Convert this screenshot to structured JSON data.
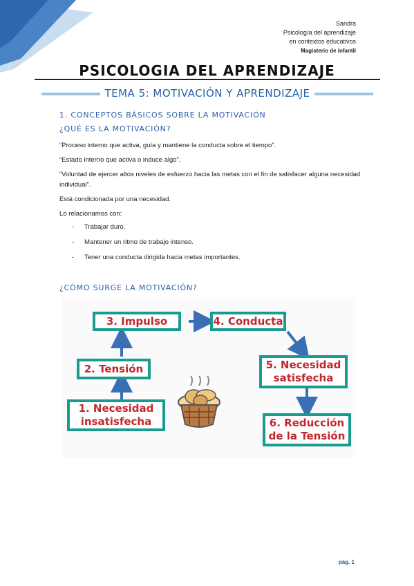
{
  "header": {
    "author": "Sandra",
    "subject_line1": "Psicología del aprendizaje",
    "subject_line2": "en contextos educativos",
    "degree": "Magisterio de infantil"
  },
  "title": "PSICOLOGIA DEL APRENDIZAJE",
  "topic": "TEMA 5: MOTIVACIÓN Y APRENDIZAJE",
  "section1": {
    "heading": "1. CONCEPTOS BÁSICOS SOBRE LA MOTIVACIÓN",
    "question": "¿QUÉ ES LA MOTIVACIÓN?",
    "def1": "“Proceso interno que activa, guía y mantiene la conducta sobre el tiempo”.",
    "def2": "“Estado interno que activa o induce algo”.",
    "def3": "“Voluntad de ejercer altos niveles de esfuerzo hacia las metas con el fin de satisfacer alguna necesidad individual”.",
    "conditioned": "Está condicionada por una necesidad.",
    "related_intro": "Lo relacionamos con:",
    "bullets": [
      "Trabajar duro.",
      "Mantener un ritmo de trabajo intenso.",
      "Tener una conducta dirigida hacia metas importantes."
    ]
  },
  "section2": {
    "question": "¿CÓMO SURGE LA MOTIVACIÓN?"
  },
  "diagram": {
    "box1": "1. Necesidad insatisfecha",
    "box2": "2. Tensión",
    "box3": "3. Impulso",
    "box4": "4. Conducta",
    "box5": "5. Necesidad satisfecha",
    "box6": "6. Reducción de la Tensión",
    "box_border_color": "#1a9b8f",
    "text_color": "#c0282e",
    "arrow_color": "#3b6fb5"
  },
  "footer": {
    "page": "pág. 1"
  },
  "colors": {
    "accent_blue": "#2a5fa8",
    "bar_blue": "#9fc3e3"
  }
}
